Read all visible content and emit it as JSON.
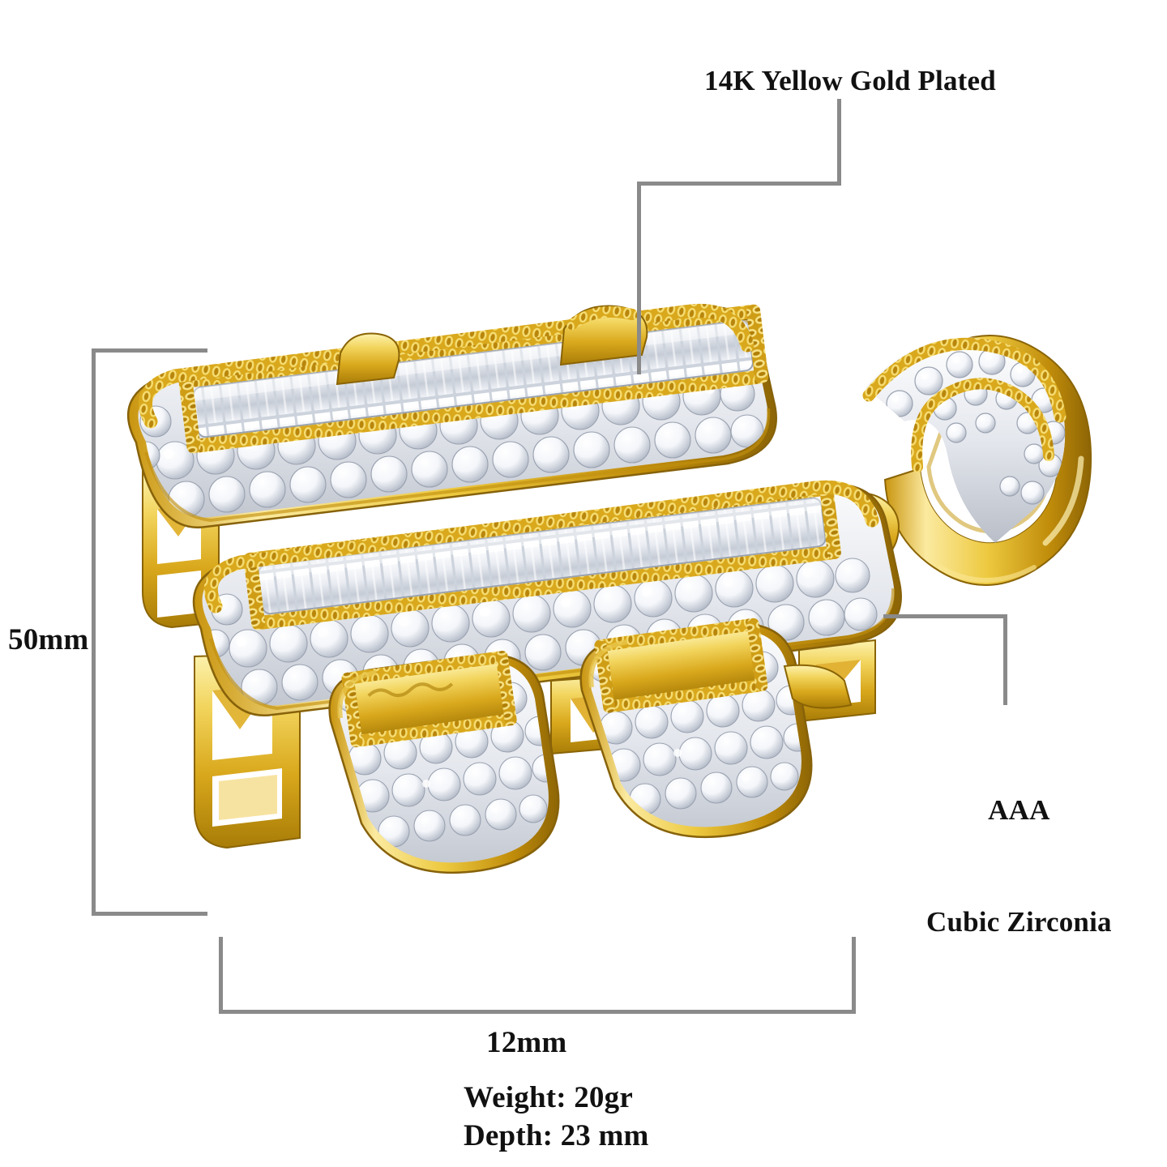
{
  "product": {
    "type": "pendant",
    "description": "Gold plated iced-out dollar-sign style pendant with bail"
  },
  "annotations": {
    "material": "14K Yellow Gold Plated",
    "stone_line1": "AAA",
    "stone_line2": "Cubic Zirconia"
  },
  "dimensions": {
    "height": "50mm",
    "width": "12mm",
    "weight": "Weight: 20gr",
    "depth": "Depth: 23 mm"
  },
  "colors": {
    "gold_light": "#f7e27a",
    "gold_mid": "#e8c23c",
    "gold_dark": "#b8880f",
    "gold_deep": "#8f6606",
    "stone_white": "#ffffff",
    "stone_shadow": "#c9ccd4",
    "metal_white": "#dfe2e8",
    "line": "#8a8a8a",
    "text": "#111111",
    "background": "#ffffff"
  }
}
